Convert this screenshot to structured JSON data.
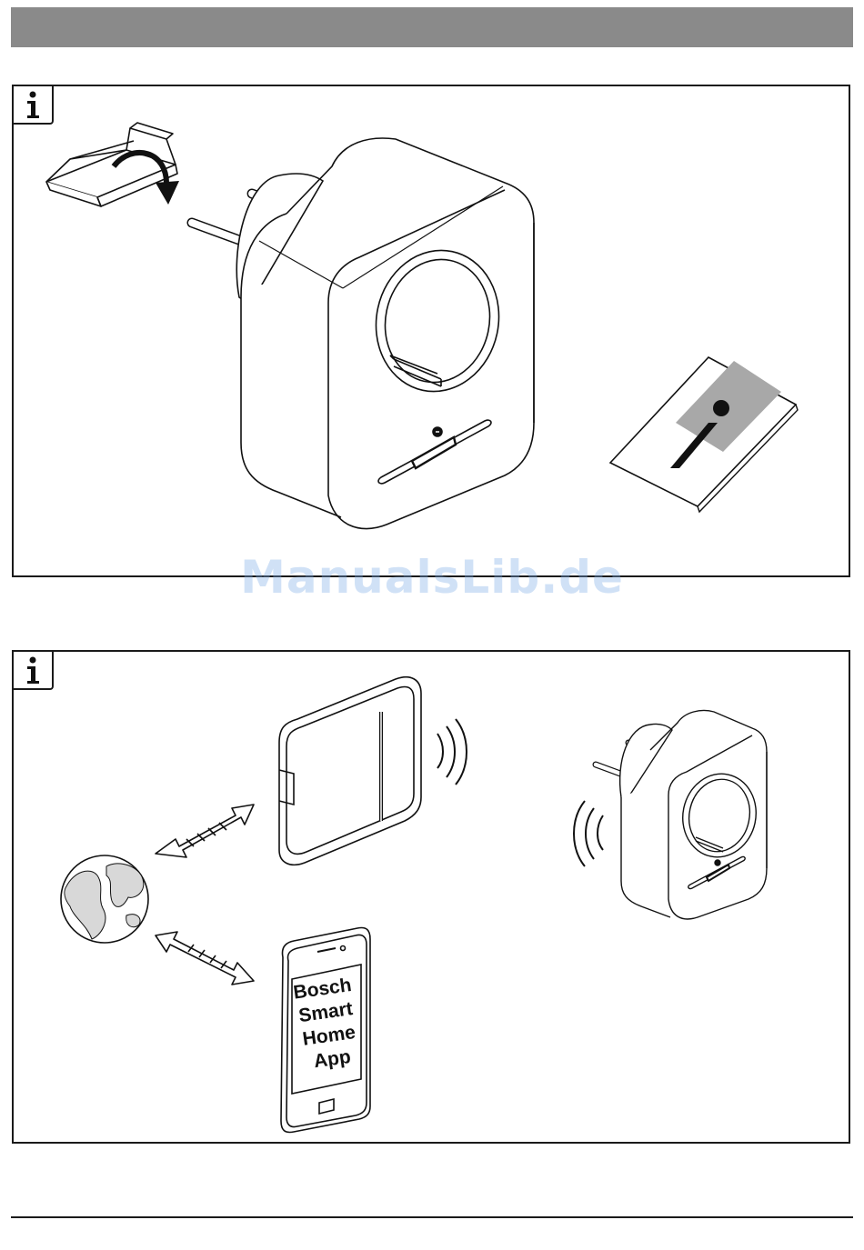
{
  "phone_screen": {
    "lines": [
      "Bosch",
      "Smart",
      "Home",
      "App"
    ]
  },
  "watermark": "ManualsLib.de",
  "icons": {
    "info_badge": "info-icon",
    "box": "package-box-icon",
    "arrow": "curved-arrow-icon",
    "plug": "smart-plug-icon",
    "manual": "info-manual-icon",
    "controller": "smart-home-controller-icon",
    "globe": "globe-icon",
    "phone": "smartphone-icon",
    "signal": "wireless-signal-icon"
  },
  "colors": {
    "header_bar": "#8a8a8a",
    "line": "#1a1a1a",
    "manual_band": "#a8a8a8",
    "watermark": "#78aae6"
  }
}
